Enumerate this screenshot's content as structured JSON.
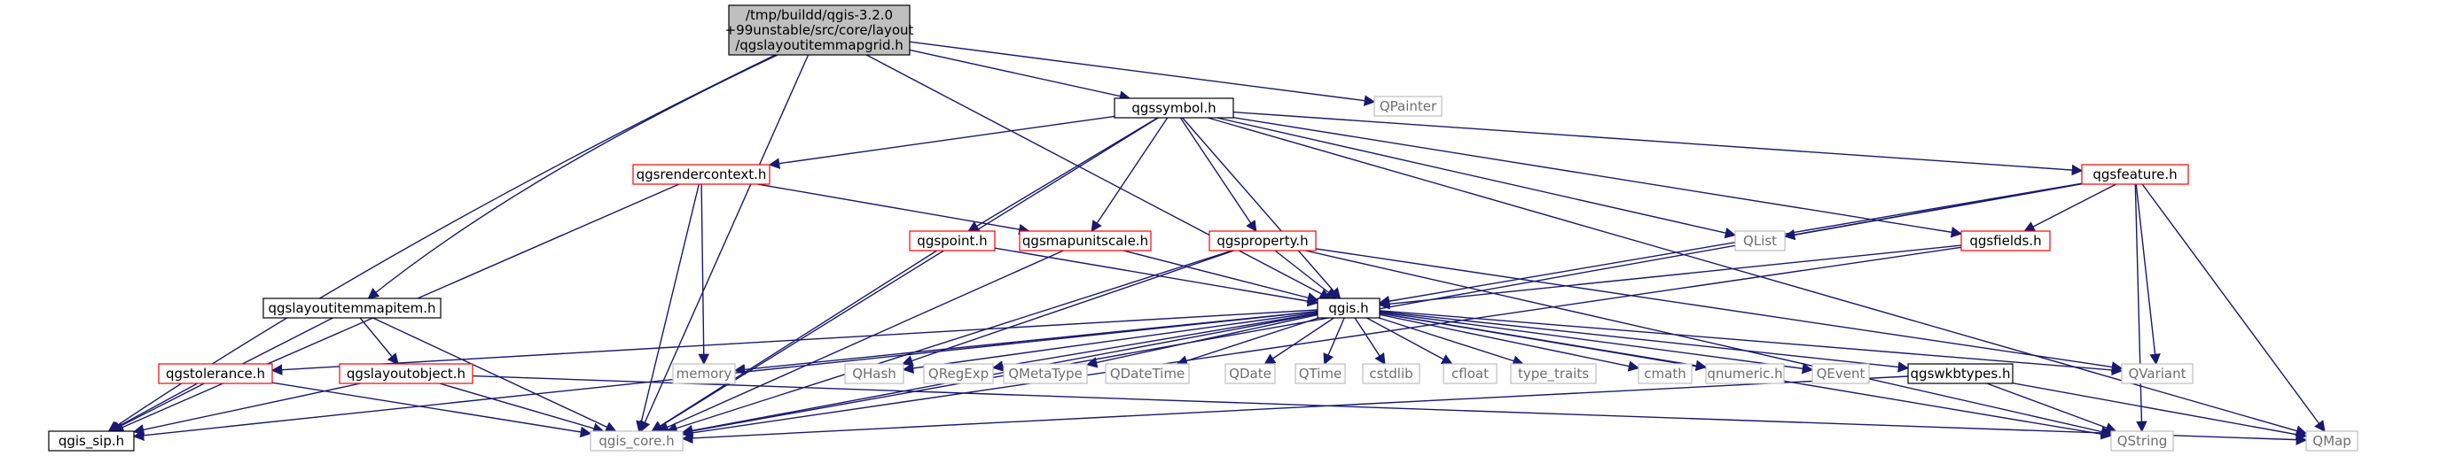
{
  "colors": {
    "edge": "#191970",
    "box_black": "#000000",
    "box_red": "#ff0000",
    "box_gray": "#bfbfbf",
    "root_fill": "#bfbfbf"
  },
  "root": {
    "lines": [
      "/tmp/buildd/qgis-3.2.0",
      "+99unstable/src/core/layout",
      "/qgslayoutitemmapgrid.h"
    ]
  },
  "nodes": [
    {
      "id": "qgssymbol",
      "label": "qgssymbol.h",
      "kind": "black"
    },
    {
      "id": "qpainter",
      "label": "QPainter",
      "kind": "gray"
    },
    {
      "id": "qgsrendercontext",
      "label": "qgsrendercontext.h",
      "kind": "red"
    },
    {
      "id": "qgsfeature",
      "label": "qgsfeature.h",
      "kind": "red"
    },
    {
      "id": "qgspoint",
      "label": "qgspoint.h",
      "kind": "red"
    },
    {
      "id": "qgsmapunitscale",
      "label": "qgsmapunitscale.h",
      "kind": "red"
    },
    {
      "id": "qgsproperty",
      "label": "qgsproperty.h",
      "kind": "red"
    },
    {
      "id": "qlist",
      "label": "QList",
      "kind": "gray"
    },
    {
      "id": "qgsfields",
      "label": "qgsfields.h",
      "kind": "red"
    },
    {
      "id": "qgslayoutitemmapitem",
      "label": "qgslayoutitemmapitem.h",
      "kind": "black"
    },
    {
      "id": "qgis",
      "label": "qgis.h",
      "kind": "black"
    },
    {
      "id": "qgstolerance",
      "label": "qgstolerance.h",
      "kind": "red"
    },
    {
      "id": "qgslayoutobject",
      "label": "qgslayoutobject.h",
      "kind": "red"
    },
    {
      "id": "memory",
      "label": "memory",
      "kind": "gray"
    },
    {
      "id": "qhash",
      "label": "QHash",
      "kind": "gray"
    },
    {
      "id": "qregexp",
      "label": "QRegExp",
      "kind": "gray"
    },
    {
      "id": "qmetatype",
      "label": "QMetaType",
      "kind": "gray"
    },
    {
      "id": "qdatetime",
      "label": "QDateTime",
      "kind": "gray"
    },
    {
      "id": "qdate",
      "label": "QDate",
      "kind": "gray"
    },
    {
      "id": "qtime",
      "label": "QTime",
      "kind": "gray"
    },
    {
      "id": "cstdlib",
      "label": "cstdlib",
      "kind": "gray"
    },
    {
      "id": "cfloat",
      "label": "cfloat",
      "kind": "gray"
    },
    {
      "id": "type_traits",
      "label": "type_traits",
      "kind": "gray"
    },
    {
      "id": "cmath",
      "label": "cmath",
      "kind": "gray"
    },
    {
      "id": "qnumeric",
      "label": "qnumeric.h",
      "kind": "gray"
    },
    {
      "id": "qevent",
      "label": "QEvent",
      "kind": "gray"
    },
    {
      "id": "qgswkbtypes",
      "label": "qgswkbtypes.h",
      "kind": "black"
    },
    {
      "id": "qvariant",
      "label": "QVariant",
      "kind": "gray"
    },
    {
      "id": "qgis_sip",
      "label": "qgis_sip.h",
      "kind": "black"
    },
    {
      "id": "qgis_core",
      "label": "qgis_core.h",
      "kind": "gray"
    },
    {
      "id": "qstring",
      "label": "QString",
      "kind": "gray"
    },
    {
      "id": "qmap",
      "label": "QMap",
      "kind": "gray"
    }
  ],
  "edges": [
    [
      "root",
      "qgssymbol"
    ],
    [
      "root",
      "qpainter"
    ],
    [
      "root",
      "qgis"
    ],
    [
      "root",
      "qgis_sip"
    ],
    [
      "root",
      "qgis_core"
    ],
    [
      "root",
      "qgslayoutitemmapitem"
    ],
    [
      "qgssymbol",
      "qgsrendercontext"
    ],
    [
      "qgssymbol",
      "qgsfeature"
    ],
    [
      "qgssymbol",
      "qgspoint"
    ],
    [
      "qgssymbol",
      "qgsmapunitscale"
    ],
    [
      "qgssymbol",
      "qgsproperty"
    ],
    [
      "qgssymbol",
      "qlist"
    ],
    [
      "qgssymbol",
      "qgsfields"
    ],
    [
      "qgssymbol",
      "qgis"
    ],
    [
      "qgssymbol",
      "qgis_core"
    ],
    [
      "qgssymbol",
      "qmap"
    ],
    [
      "qgsrendercontext",
      "qgsmapunitscale"
    ],
    [
      "qgsrendercontext",
      "qgis_sip"
    ],
    [
      "qgsrendercontext",
      "qgis_core"
    ],
    [
      "qgsrendercontext",
      "memory"
    ],
    [
      "qgsfeature",
      "qlist"
    ],
    [
      "qgsfeature",
      "qgsfields"
    ],
    [
      "qgsfeature",
      "qgis"
    ],
    [
      "qgsfeature",
      "qvariant"
    ],
    [
      "qgsfeature",
      "qgis_core"
    ],
    [
      "qgsfeature",
      "qstring"
    ],
    [
      "qgsfeature",
      "qmap"
    ],
    [
      "qgspoint",
      "qgis"
    ],
    [
      "qgspoint",
      "qgis_core"
    ],
    [
      "qgsmapunitscale",
      "qgis"
    ],
    [
      "qgsmapunitscale",
      "qgis_core"
    ],
    [
      "qgsproperty",
      "qgis"
    ],
    [
      "qgsproperty",
      "qhash"
    ],
    [
      "qgsproperty",
      "qvariant"
    ],
    [
      "qgsproperty",
      "qgis_core"
    ],
    [
      "qgsproperty",
      "qstring"
    ],
    [
      "qgsfields",
      "qgis"
    ],
    [
      "qgsfields",
      "qgis_core"
    ],
    [
      "qgslayoutitemmapitem",
      "qgslayoutobject"
    ],
    [
      "qgslayoutitemmapitem",
      "qgis_sip"
    ],
    [
      "qgslayoutitemmapitem",
      "qgis_core"
    ],
    [
      "qgis",
      "qgstolerance"
    ],
    [
      "qgis",
      "qgis_sip"
    ],
    [
      "qgis",
      "memory"
    ],
    [
      "qgis",
      "qhash"
    ],
    [
      "qgis",
      "qregexp"
    ],
    [
      "qgis",
      "qmetatype"
    ],
    [
      "qgis",
      "qdatetime"
    ],
    [
      "qgis",
      "qdate"
    ],
    [
      "qgis",
      "qtime"
    ],
    [
      "qgis",
      "cstdlib"
    ],
    [
      "qgis",
      "cfloat"
    ],
    [
      "qgis",
      "type_traits"
    ],
    [
      "qgis",
      "cmath"
    ],
    [
      "qgis",
      "qnumeric"
    ],
    [
      "qgis",
      "qevent"
    ],
    [
      "qgis",
      "qgswkbtypes"
    ],
    [
      "qgis",
      "qvariant"
    ],
    [
      "qgis",
      "qstring"
    ],
    [
      "qgis",
      "qgis_core"
    ],
    [
      "qgstolerance",
      "qgis_sip"
    ],
    [
      "qgstolerance",
      "qgis_core"
    ],
    [
      "qgslayoutobject",
      "qgis_sip"
    ],
    [
      "qgslayoutobject",
      "qgis_core"
    ],
    [
      "qgslayoutobject",
      "qmap"
    ],
    [
      "qgswkbtypes",
      "qgis_core"
    ],
    [
      "qgswkbtypes",
      "qstring"
    ],
    [
      "qgswkbtypes",
      "qmap"
    ]
  ]
}
